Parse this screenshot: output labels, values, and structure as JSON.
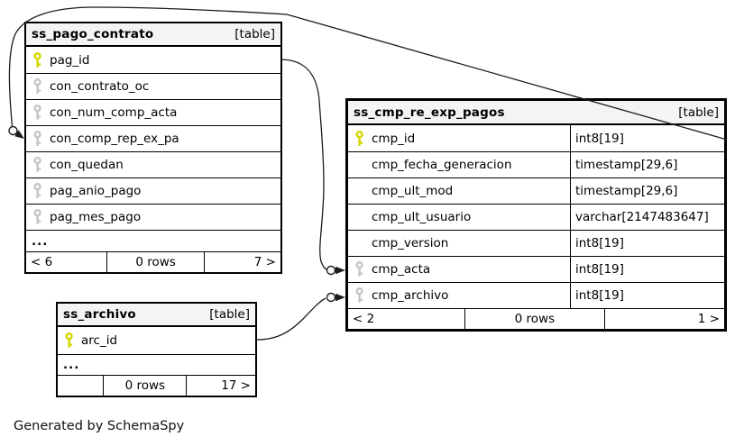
{
  "diagram": {
    "generator_note": "Generated by SchemaSpy"
  },
  "tables": [
    {
      "name": "ss_pago_contrato",
      "tag": "[table]",
      "columns": [
        {
          "name": "pag_id",
          "key": "primary"
        },
        {
          "name": "con_contrato_oc",
          "key": "foreign"
        },
        {
          "name": "con_num_comp_acta",
          "key": "foreign"
        },
        {
          "name": "con_comp_rep_ex_pa",
          "key": "foreign"
        },
        {
          "name": "con_quedan",
          "key": "foreign"
        },
        {
          "name": "pag_anio_pago",
          "key": "foreign"
        },
        {
          "name": "pag_mes_pago",
          "key": "foreign"
        },
        {
          "name": "...",
          "ellipsis": true
        }
      ],
      "footer": {
        "left": "< 6",
        "center": "0 rows",
        "right": "7 >"
      }
    },
    {
      "name": "ss_cmp_re_exp_pagos",
      "tag": "[table]",
      "columns": [
        {
          "name": "cmp_id",
          "key": "primary",
          "type": "int8[19]"
        },
        {
          "name": "cmp_fecha_generacion",
          "type": "timestamp[29,6]"
        },
        {
          "name": "cmp_ult_mod",
          "type": "timestamp[29,6]"
        },
        {
          "name": "cmp_ult_usuario",
          "type": "varchar[2147483647]"
        },
        {
          "name": "cmp_version",
          "type": "int8[19]"
        },
        {
          "name": "cmp_acta",
          "key": "foreign",
          "type": "int8[19]"
        },
        {
          "name": "cmp_archivo",
          "key": "foreign",
          "type": "int8[19]"
        }
      ],
      "footer": {
        "left": "< 2",
        "center": "0 rows",
        "right": "1 >"
      }
    },
    {
      "name": "ss_archivo",
      "tag": "[table]",
      "columns": [
        {
          "name": "arc_id",
          "key": "primary"
        },
        {
          "name": "...",
          "ellipsis": true
        }
      ],
      "footer": {
        "left": "",
        "center": "0 rows",
        "right": "17 >"
      }
    }
  ],
  "relationships": [
    {
      "from": "ss_cmp_re_exp_pagos.cmp_id",
      "to": "ss_pago_contrato.con_comp_rep_ex_pa"
    },
    {
      "from": "ss_pago_contrato.pag_id",
      "to": "ss_cmp_re_exp_pagos.cmp_acta"
    },
    {
      "from": "ss_archivo.arc_id",
      "to": "ss_cmp_re_exp_pagos.cmp_archivo"
    }
  ],
  "colors": {
    "primary_key": "#d6d600",
    "foreign_key": "#c6c6c6",
    "header_bg": "#f4f4f4",
    "border": "#000000",
    "edge": "#1c1c1c",
    "background": "#ffffff"
  }
}
